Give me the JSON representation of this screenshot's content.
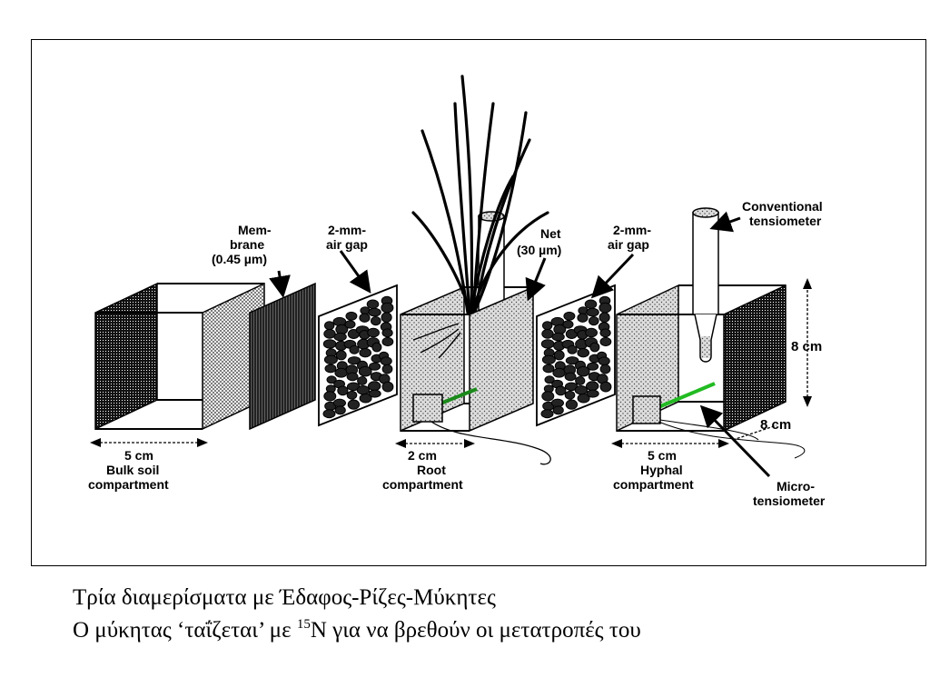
{
  "diagram": {
    "labels": {
      "membrane": [
        "Mem-",
        "brane",
        "(0.45 µm)"
      ],
      "air_gap_left": [
        "2-mm-",
        "air gap"
      ],
      "net": [
        "Net",
        "(30 µm)"
      ],
      "air_gap_right": [
        "2-mm-",
        "air gap"
      ],
      "conventional_tensiometer": [
        "Conventional",
        "tensiometer"
      ],
      "height_dim": "8  cm",
      "depth_dim": "8  cm",
      "bulk_width_dim": "5 cm",
      "root_width_dim": "2 cm",
      "hyphal_width_dim": "5 cm",
      "bulk_soil_compartment": [
        "Bulk soil",
        "compartment"
      ],
      "root_compartment": [
        "Root",
        "compartment"
      ],
      "hyphal_compartment": [
        "Hyphal",
        "compartment"
      ],
      "micro_tensiometer": [
        "Micro-",
        "tensiometer"
      ]
    },
    "colors": {
      "ink": "#000000",
      "hatch_fill": "#d9d9d9",
      "probe_green": "#22bb22"
    }
  },
  "caption": {
    "line1": "Τρία διαμερίσματα με Έδαφος-Ρίζες-Μύκητες",
    "line2_before": "Ο μύκητας ‘ταΐζεται’ με ",
    "line2_sup": "15",
    "line2_after": "N για να βρεθούν οι μετατροπές του"
  }
}
